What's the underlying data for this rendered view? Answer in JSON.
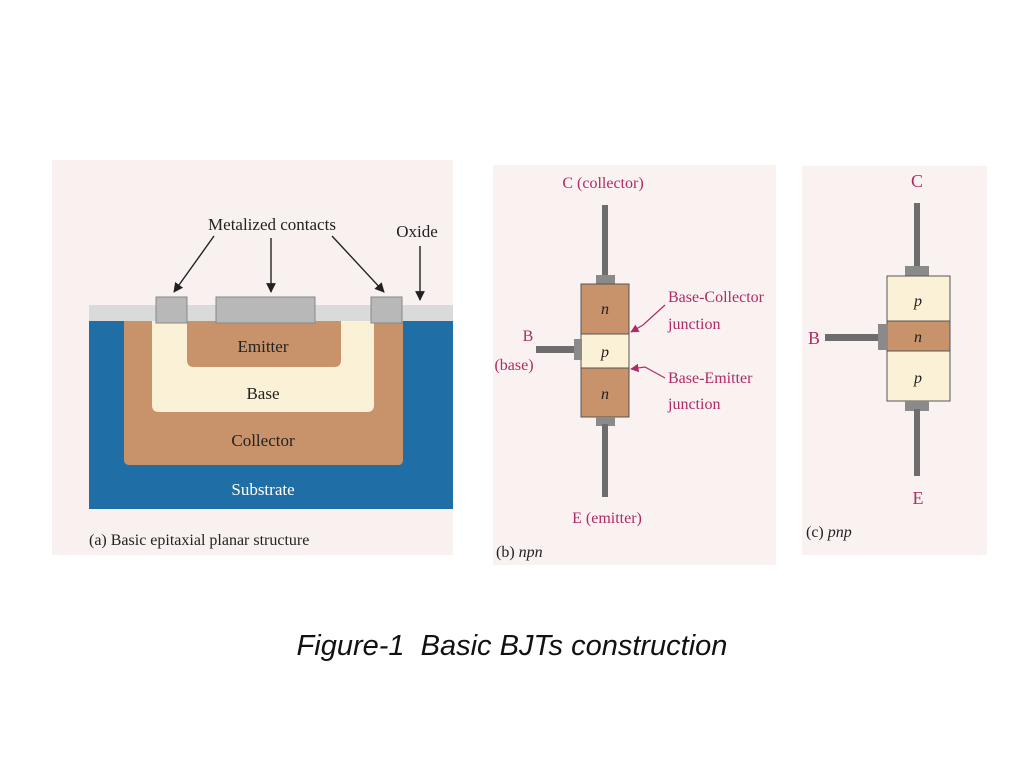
{
  "figure_caption": "Figure-1  Basic BJTs construction",
  "panel_a": {
    "label_contacts": "Metalized contacts",
    "label_oxide": "Oxide",
    "label_emitter": "Emitter",
    "label_base": "Base",
    "label_collector": "Collector",
    "label_substrate": "Substrate",
    "caption": "(a) Basic epitaxial planar structure"
  },
  "panel_b": {
    "collector_label": "C (collector)",
    "base_letter": "B",
    "base_word": "(base)",
    "emitter_label": "E (emitter)",
    "layer_top": "n",
    "layer_mid": "p",
    "layer_bot": "n",
    "bc_junction_line1": "Base-Collector",
    "bc_junction_line2": "junction",
    "be_junction_line1": "Base-Emitter",
    "be_junction_line2": "junction",
    "caption_prefix": "(b) ",
    "caption_type": "npn"
  },
  "panel_c": {
    "collector_label": "C",
    "base_label": "B",
    "emitter_label": "E",
    "layer_top": "p",
    "layer_mid": "n",
    "layer_bot": "p",
    "caption_prefix": "(c) ",
    "caption_type": "pnp"
  },
  "colors": {
    "n_region": "#c8936a",
    "p_region": "#fbf1d6",
    "substrate": "#1f6fa6",
    "oxide": "#d9dada",
    "metal": "#b8b8b8",
    "lead": "#6d6d6d",
    "label_accent": "#b02a66"
  }
}
